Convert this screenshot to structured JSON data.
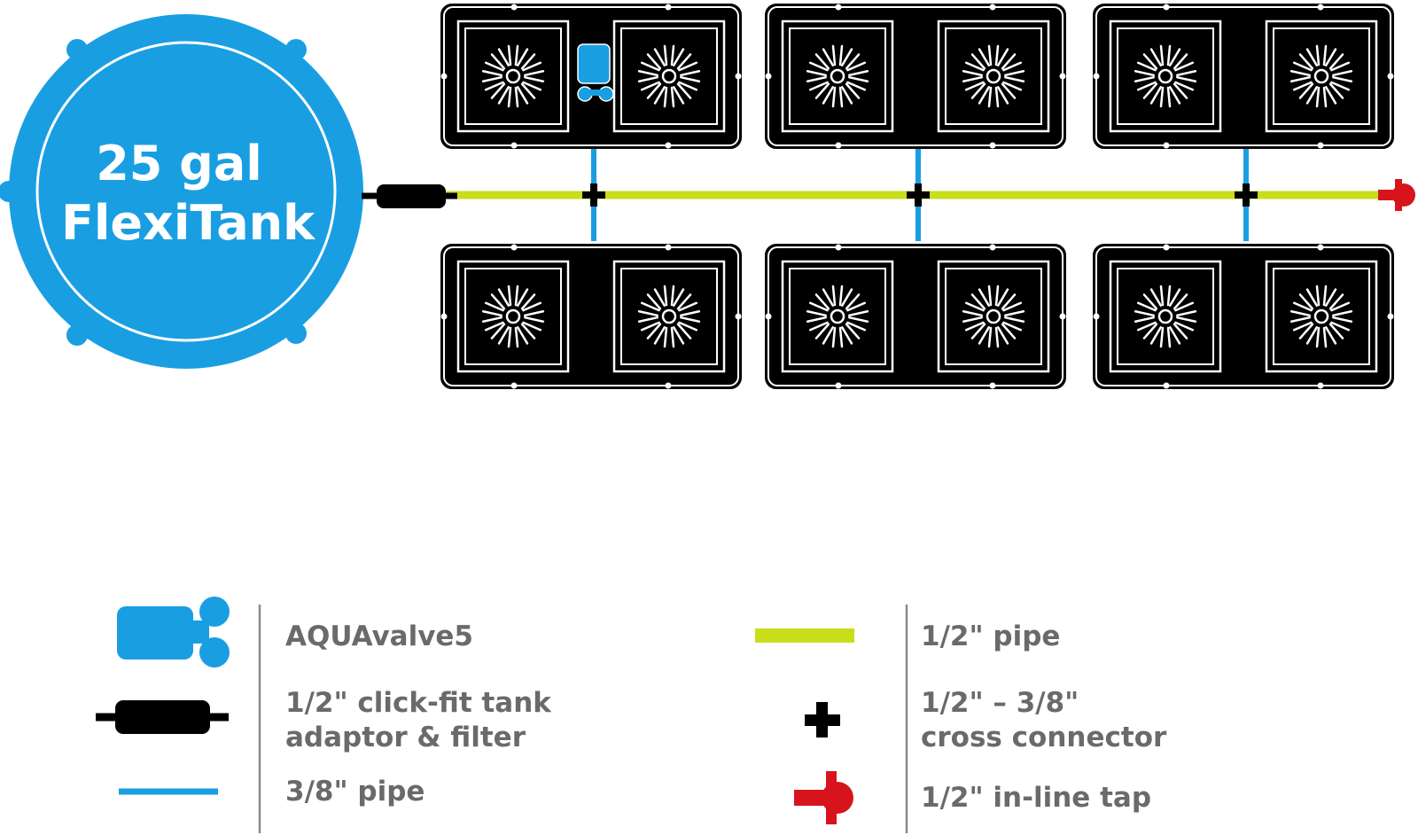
{
  "tank": {
    "line1": "25 gal",
    "line2": "FlexiTank",
    "color": "#1a9ee2"
  },
  "colors": {
    "main_pipe": "#c9dd1b",
    "feed_pipe": "#1a9ee2",
    "tap": "#d7141b",
    "pot": "#000000",
    "label": "#6a6a6a"
  },
  "legend": {
    "aquavalve": {
      "icon": "aquavalve-icon",
      "label": "AQUAvalve5"
    },
    "adaptor": {
      "icon": "tank-adaptor-filter-icon",
      "line1": "1/2\" click-fit tank",
      "line2": "adaptor & filter"
    },
    "small_pipe": {
      "icon": "small-pipe-icon",
      "label": "3/8\" pipe"
    },
    "main_pipe": {
      "icon": "main-pipe-icon",
      "label": "1/2\" pipe"
    },
    "cross": {
      "icon": "cross-connector-icon",
      "line1": "1/2\" – 3/8\"",
      "line2": "cross connector"
    },
    "tap": {
      "icon": "inline-tap-icon",
      "label": "1/2\" in-line tap"
    }
  }
}
